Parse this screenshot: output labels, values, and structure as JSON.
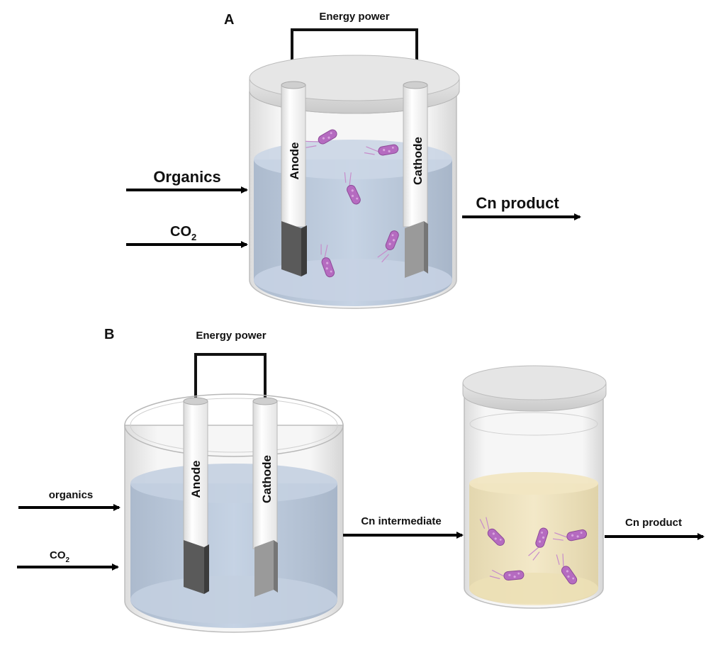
{
  "panel_a": {
    "letter": "A",
    "power_label": "Energy power",
    "anode_label": "Anode",
    "cathode_label": "Cathode",
    "inputs": {
      "organics": "Organics",
      "co2_base": "CO",
      "co2_sub": "2"
    },
    "output": "Cn product"
  },
  "panel_b": {
    "letter": "B",
    "power_label": "Energy power",
    "anode_label": "Anode",
    "cathode_label": "Cathode",
    "inputs": {
      "organics": "organics",
      "co2_base": "CO",
      "co2_sub": "2"
    },
    "intermediate": "Cn intermediate",
    "output": "Cn product"
  },
  "colors": {
    "electrolyte_blue": "#b9c8dc",
    "broth_yellow": "#efe3bb",
    "bacteria_purple": "#b56bc0",
    "anode_plate": "#5a5a5a",
    "cathode_plate": "#9a9a9a",
    "arrow": "#000000"
  },
  "icons": {
    "microbe": "bacterium-icon"
  }
}
